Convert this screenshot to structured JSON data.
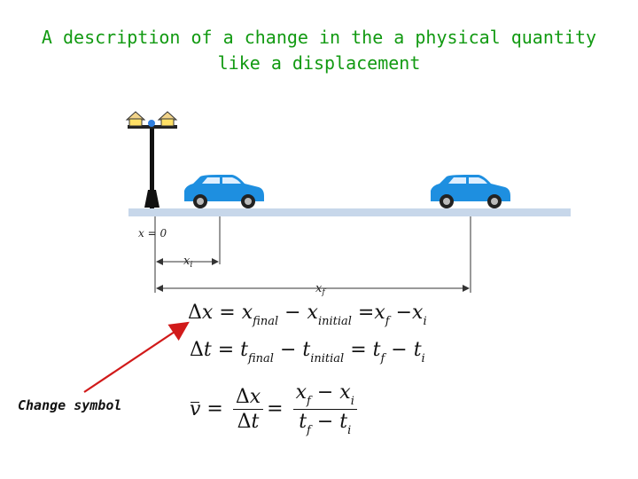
{
  "title": "A description of a change in the a physical quantity like a displacement",
  "labels": {
    "x_zero": "x = 0",
    "x_i": "x",
    "x_i_sub": "i",
    "x_f": "x",
    "x_f_sub": "f"
  },
  "equations": {
    "eq1": "Δx = x_final − x_initial = x_f − x_i",
    "eq2": "Δt = t_final − t_initial = t_f − t_i",
    "eq3": "v̄ = Δx/Δt = (x_f − x_i)/(t_f − t_i)"
  },
  "annotation": "Change symbol",
  "icons": [
    "street-lamp-icon",
    "car-icon"
  ],
  "colors": {
    "title": "#129a12",
    "car": "#1e8fe0",
    "road": "#c7d7ea",
    "arrow": "#d11a1a"
  }
}
